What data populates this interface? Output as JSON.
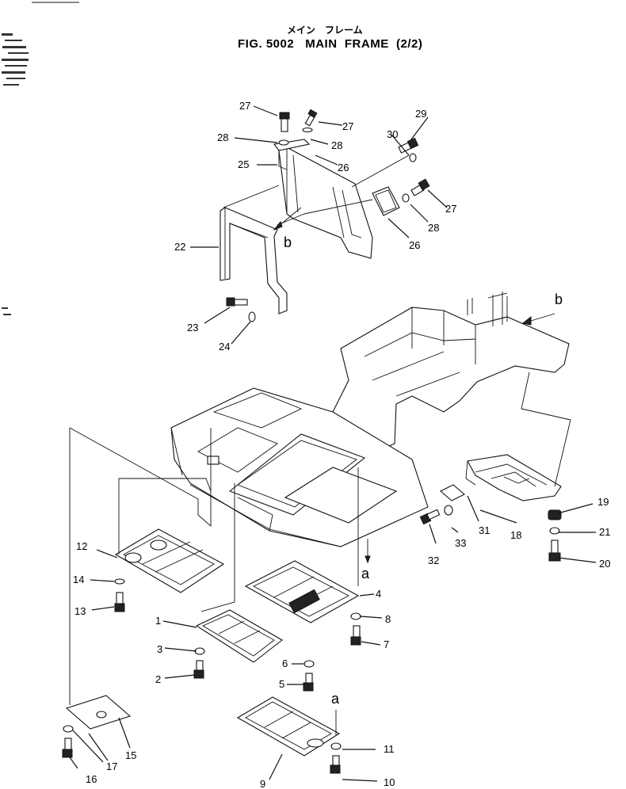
{
  "header": {
    "title_jp": "メイン　フレーム",
    "title": "FIG. 5002   MAIN  FRAME  (2/2)"
  },
  "refs": {
    "a": "a",
    "b": "b"
  },
  "callouts": {
    "p1": "1",
    "p2": "2",
    "p3": "3",
    "p4": "4",
    "p5": "5",
    "p6": "6",
    "p7": "7",
    "p8": "8",
    "p9": "9",
    "p10": "10",
    "p11": "11",
    "p12": "12",
    "p13": "13",
    "p14": "14",
    "p15": "15",
    "p16": "16",
    "p17": "17",
    "p18": "18",
    "p19": "19",
    "p20": "20",
    "p21": "21",
    "p22": "22",
    "p23": "23",
    "p24": "24",
    "p25": "25",
    "p26": "26",
    "p27": "27",
    "p28": "28",
    "p29": "29",
    "p30": "30",
    "p31": "31",
    "p32": "32",
    "p33": "33"
  }
}
